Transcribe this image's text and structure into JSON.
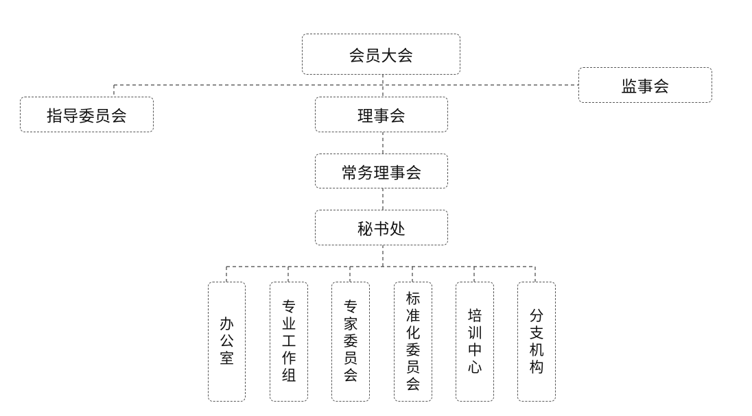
{
  "org_chart": {
    "top": {
      "label": "会员大会"
    },
    "supervisory": {
      "label": "监事会"
    },
    "advisory": {
      "label": "指导委员会"
    },
    "board": {
      "label": "理事会"
    },
    "standing_board": {
      "label": "常务理事会"
    },
    "secretariat": {
      "label": "秘书处"
    },
    "departments": [
      {
        "label": "办公室"
      },
      {
        "label": "专业工作组"
      },
      {
        "label": "专家委员会"
      },
      {
        "label": "标准化委员会"
      },
      {
        "label": "培训中心"
      },
      {
        "label": "分支机构"
      }
    ]
  }
}
